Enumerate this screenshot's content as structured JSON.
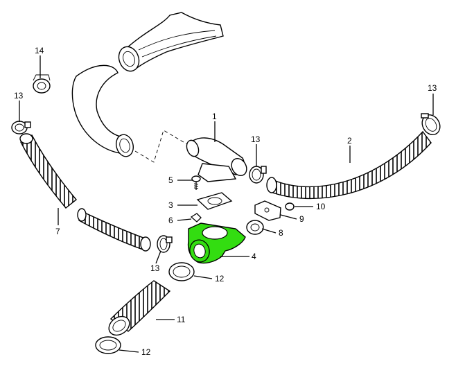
{
  "diagram": {
    "highlight_color": "#33dd11",
    "callouts": [
      {
        "id": "1",
        "text": "1"
      },
      {
        "id": "2",
        "text": "2"
      },
      {
        "id": "3",
        "text": "3"
      },
      {
        "id": "4",
        "text": "4"
      },
      {
        "id": "5",
        "text": "5"
      },
      {
        "id": "6",
        "text": "6"
      },
      {
        "id": "7",
        "text": "7"
      },
      {
        "id": "8",
        "text": "8"
      },
      {
        "id": "9",
        "text": "9"
      },
      {
        "id": "10",
        "text": "10"
      },
      {
        "id": "11",
        "text": "11"
      },
      {
        "id": "12a",
        "text": "12"
      },
      {
        "id": "12b",
        "text": "12"
      },
      {
        "id": "13a",
        "text": "13"
      },
      {
        "id": "13b",
        "text": "13"
      },
      {
        "id": "13c",
        "text": "13"
      },
      {
        "id": "13d",
        "text": "13"
      },
      {
        "id": "14",
        "text": "14"
      }
    ]
  }
}
